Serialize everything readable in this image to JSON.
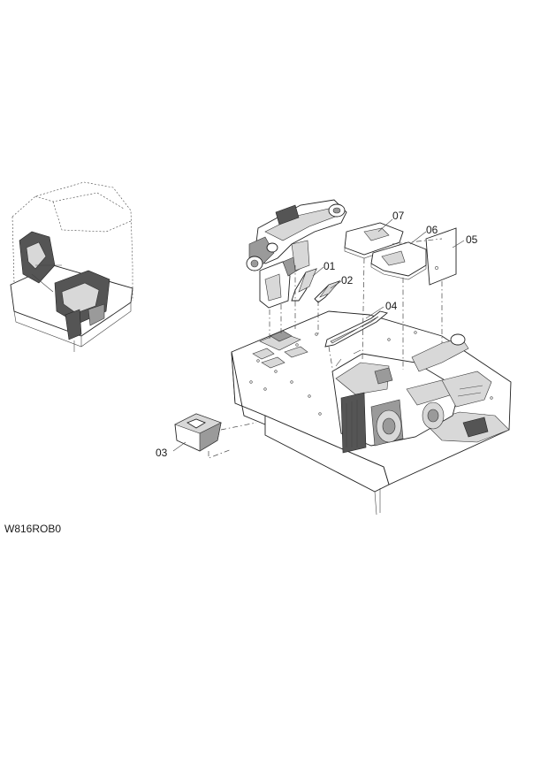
{
  "drawing_code": "W816ROB0",
  "callouts": {
    "p01": "01",
    "p02": "02",
    "p03": "03",
    "p04": "04",
    "p05": "05",
    "p06": "06",
    "p07": "07"
  }
}
